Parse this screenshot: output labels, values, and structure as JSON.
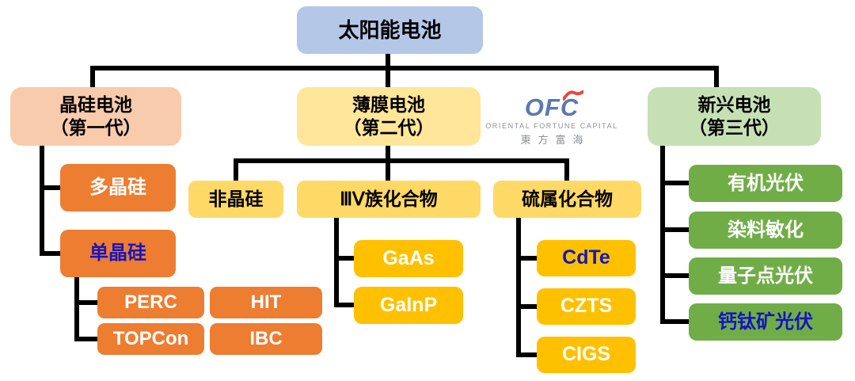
{
  "root": {
    "label": "太阳能电池"
  },
  "logo": {
    "wordmark": "OFC",
    "caption": "ORIENTAL FORTUNE CAPITAL",
    "chinese_name": "東方富海"
  },
  "colors": {
    "root_bg": "#b4c7e7",
    "gen1_header_bg": "#f8cbad",
    "gen1_node_bg": "#ed7d31",
    "gen2_header_bg": "#ffe699",
    "gen2_node_bg": "#ffd966",
    "gen2_leaf_bg": "#ffc000",
    "gen3_header_bg": "#c6e0b4",
    "gen3_node_bg": "#70ad47",
    "highlight_text": "#1515c0",
    "logo_blue": "#5b79ae",
    "logo_red": "#e8473f",
    "logo_gray": "#8a8f93",
    "connector": "#000000"
  },
  "gen1": {
    "header_line1": "晶硅电池",
    "header_line2": "（第一代）",
    "nodes": {
      "poly": "多晶硅",
      "mono": "单晶硅",
      "perc": "PERC",
      "hit": "HIT",
      "topcon": "TOPCon",
      "ibc": "IBC"
    }
  },
  "gen2": {
    "header_line1": "薄膜电池",
    "header_line2": "（第二代）",
    "nodes": {
      "amorphous": "非晶硅",
      "iiiv": "ⅢⅤ族化合物",
      "chalcogenide": "硫属化合物",
      "gaas": "GaAs",
      "gainp": "GaInP",
      "cdte": "CdTe",
      "czts": "CZTS",
      "cigs": "CIGS"
    }
  },
  "gen3": {
    "header_line1": "新兴电池",
    "header_line2": "（第三代）",
    "nodes": {
      "organic": "有机光伏",
      "dye": "染料敏化",
      "quantum": "量子点光伏",
      "perovskite": "钙钛矿光伏"
    }
  }
}
